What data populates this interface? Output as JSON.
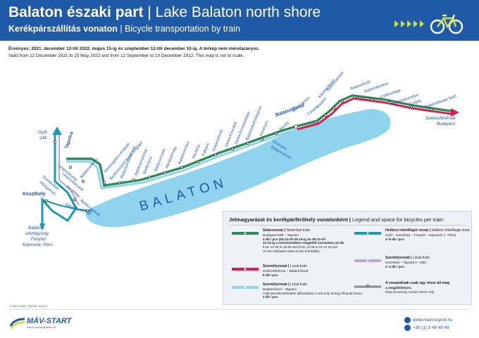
{
  "header": {
    "title_hu": "Balaton északi part",
    "title_en": "Lake Balaton north shore",
    "subtitle_hu": "Kerékpárszállítás vonaton",
    "subtitle_en": "Bicycle transportation by train",
    "separator": "|",
    "icon": "bicycle-icon"
  },
  "validity": {
    "hu": "Érvényes: 2021. december 12-től 2022. május 15-ig és szeptember 12-től december 10-ig. A térkép nem méretarányos.",
    "en": "Valid from 12 December 2021 to 15 May 2022 and from 12 September to 10 December 2022. This map is not to scale."
  },
  "map": {
    "lake_label": "BALATON",
    "ends": {
      "gyor": [
        "Győr",
        "Ukk"
      ],
      "szekesfehervar": [
        "Székesfehérvár",
        "Budapest"
      ],
      "balatonszentgyorgy": [
        "Balaton-",
        "szentgyörgy",
        "Fonyód",
        "Kaposvár, Pécs"
      ]
    },
    "major_stations": [
      "Tapolca",
      "Keszthely",
      "Balatonfüred"
    ],
    "stations_upper_west": [
      "Balatonederics",
      "Badacsonylábdihegy",
      "Badacsonytomaj",
      "Badacsony",
      "Badacsonyörs",
      "Ábrahámhegy",
      "Balatonrendes",
      "Révfülöp",
      "Pálköve",
      "Balatonakali-Dörgicse"
    ],
    "stations_upper_west2": [
      "Nemesgulács-Kisapáti",
      "Badacsonytördemic-Szigliget",
      "Szepezdfürdő",
      "Zánka-Köveskál",
      "Zánka-Erzsébettábor",
      "Fövenyes"
    ],
    "stations_mid": [
      "Aszófő",
      "Örvényes",
      "Balatonudvari"
    ],
    "stations_east": [
      "Alsóörs",
      "Csopak",
      "Balatonarács",
      "Balatonalmádi",
      "Káptalanfüred"
    ],
    "stations_far_east": [
      "Balatonfűzfő",
      "Balatonkenese",
      "Csittényhegy",
      "Balatonakarattya",
      "Csajág",
      "Balatonfőkajár felső"
    ],
    "stations_west": [
      "Lesencetomaj",
      "Lesenceistvánd",
      "Gyenesdiás",
      "Alsógyenes",
      "Vonyarcvashegy",
      "Balatongyörök",
      "Becehegy"
    ]
  },
  "legend": {
    "title_hu": "Jelmagyarázat és kerékpárférőhely vonatonként",
    "title_en": "Legend and space for bicycles per train",
    "items": [
      {
        "name_hu": "Sebesvonat",
        "name_en": "Semi-fast train",
        "route": "Budapest-Déli – Tapolca",
        "bikes": "4 db / pcs (05.12-től 05.15-ig és 09.12-től",
        "note1": "11.01-ig a menetrendben megjelölt vonatokon 24 db",
        "note2": "from 12.05 to 15.05 and from 12.09 to 01.11 24 pcs",
        "note3": "on the indicated trains in the timetable)",
        "color": "#2e8b57"
      },
      {
        "name_hu": "Személyvonat",
        "name_en": "Local train",
        "route": "Székesfehérvár – Balatonfüred",
        "bikes": "6 db / pcs",
        "color": "#d6204f"
      },
      {
        "name_hu": "Személyvonat",
        "name_en": "Local train",
        "route": "Balatonfüred – Tapolca",
        "note1": "csak pernaközlekedési időszakban | runs only during off-peak hours",
        "bikes": "4 db / pcs",
        "color": "#8fd3ee"
      },
      {
        "name_hu": "Helikon InterRégió vonat",
        "name_en": "Helikon InterRegio train",
        "route": "Győr – Keszthely – Fonyód – Kaposvár (– Pécs)",
        "bikes": "4–8 db / pcs",
        "color": "#1a9bb0"
      },
      {
        "name_hu": "Személyvonat",
        "name_en": "Local train",
        "route": "Keszthely – Tapolca (– Ukk)",
        "bikes": "2–4 db / pcs",
        "color": "#b6a6dc"
      },
      {
        "name_hu": "A vonatoknak csak egy része áll meg",
        "name_en": "",
        "route": "a megállóhelyen.",
        "note1": "Stop served by certain trains only.",
        "bikes": "",
        "color": "#8a8a8a"
      }
    ]
  },
  "footer": {
    "copyright": "© MÁV-START | ÉKFSZ, 2021/22",
    "company": "MÁV-START",
    "company_sub": "Vasúti Személyszállító Zrt.",
    "website": "www.mavcsoport.hu",
    "phone": "+36 (1) 3 49 49 49"
  },
  "colors": {
    "header_bg": "#1f5aa6",
    "lake": "#8fd3ee",
    "semi_fast": "#2e8b57",
    "local_red": "#d6204f",
    "local_blue": "#8fd3ee",
    "helikon": "#1a9bb0",
    "local_purple": "#b6a6dc"
  }
}
